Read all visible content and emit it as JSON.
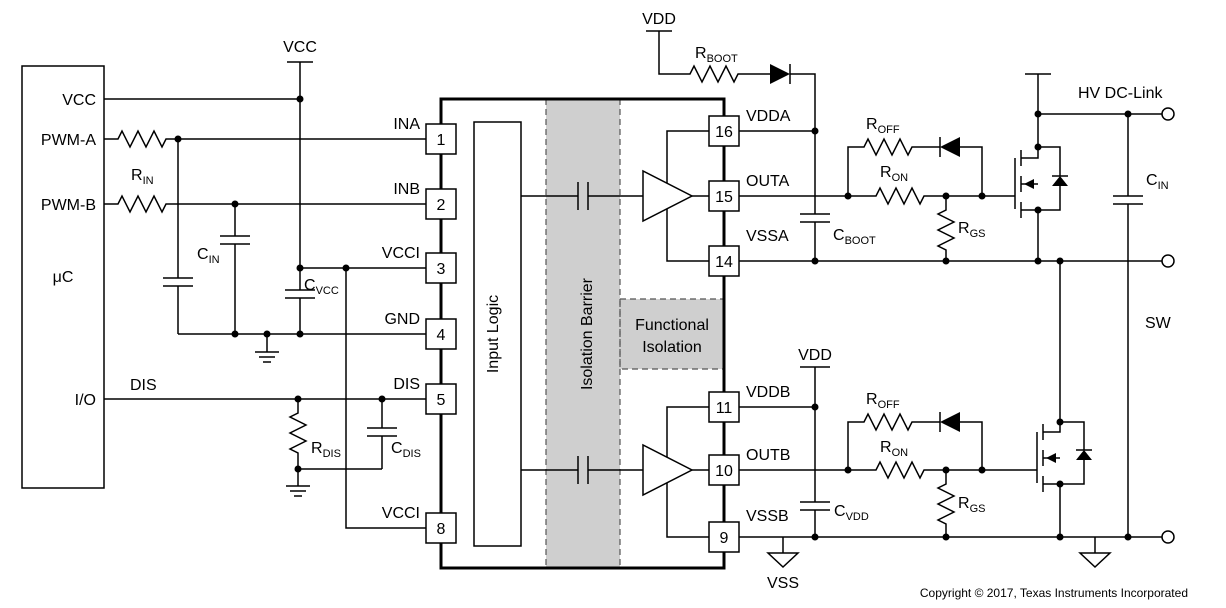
{
  "mcu": {
    "vcc": "VCC",
    "pwm_a": "PWM-A",
    "pwm_b": "PWM-B",
    "name": "μC",
    "io": "I/O"
  },
  "rails": {
    "vcc": "VCC",
    "vdd": "VDD",
    "vss": "VSS",
    "hv": "HV DC-Link",
    "sw": "SW"
  },
  "signals": {
    "dis": "DIS"
  },
  "ic": {
    "input_logic": "Input Logic",
    "isolation_barrier": "Isolation Barrier",
    "functional_isolation_1": "Functional",
    "functional_isolation_2": "Isolation",
    "left_pins": [
      {
        "num": "1",
        "name": "INA"
      },
      {
        "num": "2",
        "name": "INB"
      },
      {
        "num": "3",
        "name": "VCCI"
      },
      {
        "num": "4",
        "name": "GND"
      },
      {
        "num": "5",
        "name": "DIS"
      },
      {
        "num": "8",
        "name": "VCCI"
      }
    ],
    "right_pins": [
      {
        "num": "16",
        "name": "VDDA"
      },
      {
        "num": "15",
        "name": "OUTA"
      },
      {
        "num": "14",
        "name": "VSSA"
      },
      {
        "num": "11",
        "name": "VDDB"
      },
      {
        "num": "10",
        "name": "OUTB"
      },
      {
        "num": "9",
        "name": "VSSB"
      }
    ]
  },
  "components": {
    "r_in": {
      "base": "R",
      "sub": "IN"
    },
    "c_in_left": {
      "base": "C",
      "sub": "IN"
    },
    "c_vcc": {
      "base": "C",
      "sub": "VCC"
    },
    "r_dis": {
      "base": "R",
      "sub": "DIS"
    },
    "c_dis": {
      "base": "C",
      "sub": "DIS"
    },
    "r_boot": {
      "base": "R",
      "sub": "BOOT"
    },
    "c_boot": {
      "base": "C",
      "sub": "BOOT"
    },
    "r_off_a": {
      "base": "R",
      "sub": "OFF"
    },
    "r_on_a": {
      "base": "R",
      "sub": "ON"
    },
    "r_gs_a": {
      "base": "R",
      "sub": "GS"
    },
    "r_off_b": {
      "base": "R",
      "sub": "OFF"
    },
    "r_on_b": {
      "base": "R",
      "sub": "ON"
    },
    "r_gs_b": {
      "base": "R",
      "sub": "GS"
    },
    "c_vdd": {
      "base": "C",
      "sub": "VDD"
    },
    "c_in_right": {
      "base": "C",
      "sub": "IN"
    }
  },
  "copyright": "Copyright © 2017, Texas Instruments Incorporated"
}
